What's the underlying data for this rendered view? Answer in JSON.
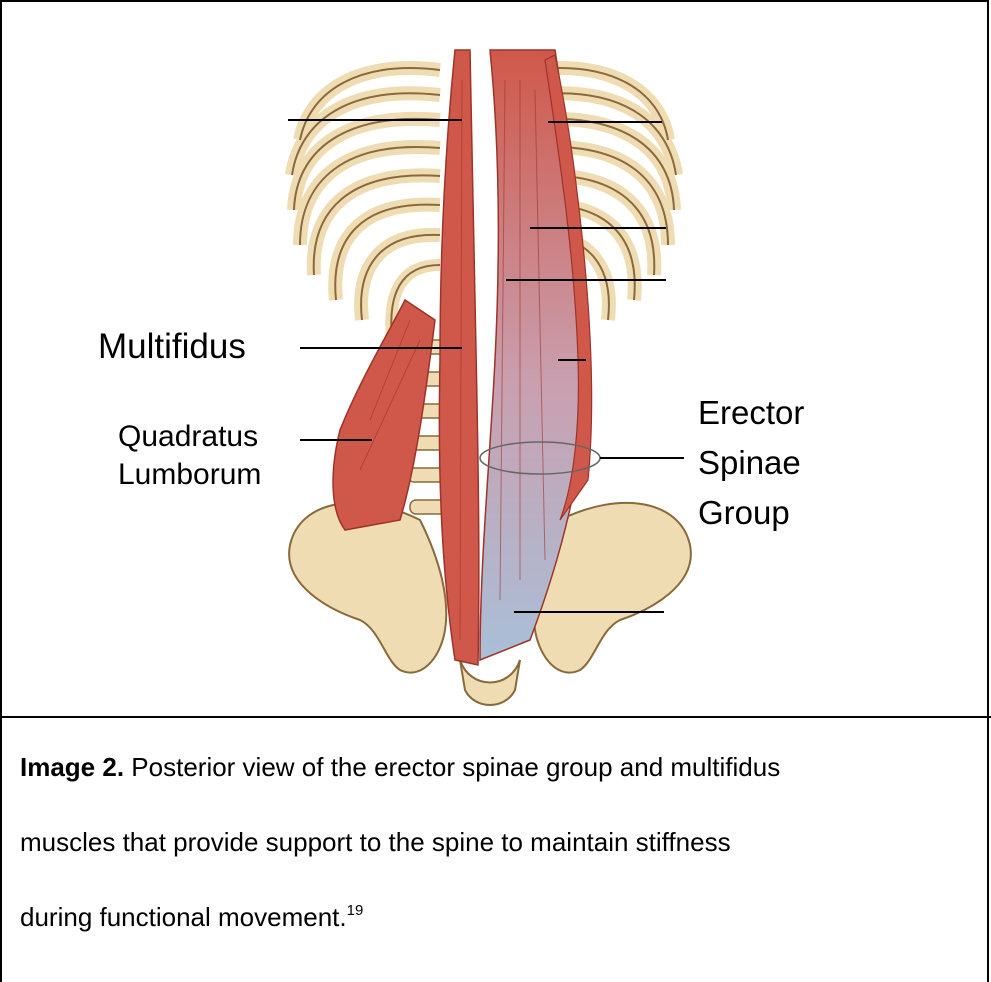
{
  "figure": {
    "labels": {
      "multifidus": "Multifidus",
      "quadratus_line1": "Quadratus",
      "quadratus_line2": "Lumborum",
      "erector_line1": "Erector",
      "erector_line2": "Spinae",
      "erector_line3": "Group"
    },
    "colors": {
      "bone": "#efdcb2",
      "bone_outline": "#8a6a3c",
      "muscle": "#d0584a",
      "muscle_dark": "#9e3328",
      "tendon": "#a9bfd8",
      "leader": "#000000"
    }
  },
  "caption": {
    "lead": "Image 2.",
    "line1": "Posterior view of the erector spinae group and multifidus",
    "line2": "muscles that provide support to the spine to maintain stiffness",
    "line3": "during functional movement.",
    "ref": "19"
  }
}
